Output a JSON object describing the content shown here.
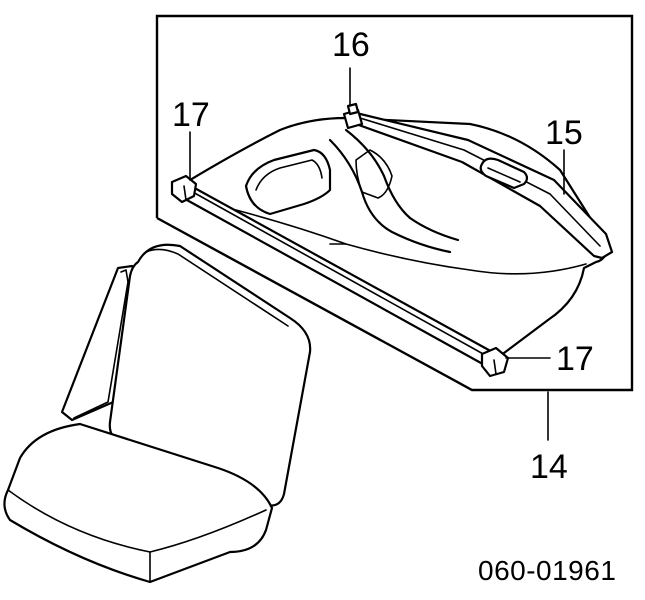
{
  "callouts": {
    "part_16": "16",
    "part_17_left": "17",
    "part_15": "15",
    "part_17_right": "17",
    "part_14": "14"
  },
  "document_code": "060-01961",
  "icons": {
    "rear_seat": "rear-seat-illustration",
    "cargo_tray": "cargo-tray-illustration",
    "tonneau_cover": "tonneau-cover-illustration"
  }
}
